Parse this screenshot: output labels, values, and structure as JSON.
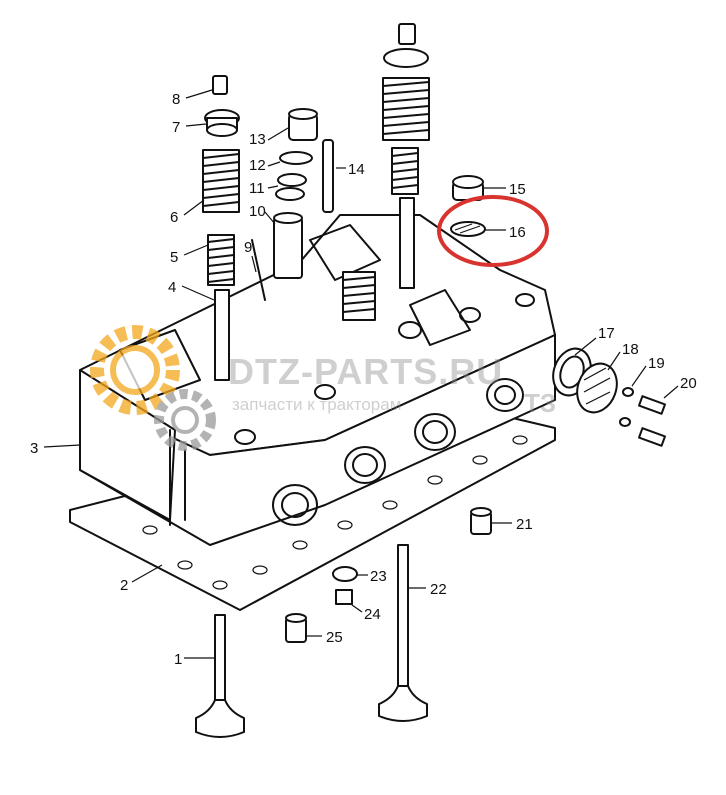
{
  "diagram": {
    "callouts": [
      {
        "id": "1",
        "label": "1"
      },
      {
        "id": "2",
        "label": "2"
      },
      {
        "id": "3",
        "label": "3"
      },
      {
        "id": "4",
        "label": "4"
      },
      {
        "id": "5",
        "label": "5"
      },
      {
        "id": "6",
        "label": "6"
      },
      {
        "id": "7",
        "label": "7"
      },
      {
        "id": "8",
        "label": "8"
      },
      {
        "id": "9",
        "label": "9"
      },
      {
        "id": "10",
        "label": "10"
      },
      {
        "id": "11",
        "label": "11"
      },
      {
        "id": "12",
        "label": "12"
      },
      {
        "id": "13",
        "label": "13"
      },
      {
        "id": "14",
        "label": "14"
      },
      {
        "id": "15",
        "label": "15"
      },
      {
        "id": "16",
        "label": "16"
      },
      {
        "id": "17",
        "label": "17"
      },
      {
        "id": "18",
        "label": "18"
      },
      {
        "id": "19",
        "label": "19"
      },
      {
        "id": "20",
        "label": "20"
      },
      {
        "id": "21",
        "label": "21"
      },
      {
        "id": "22",
        "label": "22"
      },
      {
        "id": "23",
        "label": "23"
      },
      {
        "id": "24",
        "label": "24"
      },
      {
        "id": "25",
        "label": "25"
      }
    ],
    "highlighted_part": "16",
    "highlight_color": "#d9332f"
  },
  "watermark": {
    "site": "DTZ-PARTS.RU",
    "tagline": "запчасти к тракторам",
    "brand_mark": "ТЗ",
    "color": "#f2a71b"
  }
}
